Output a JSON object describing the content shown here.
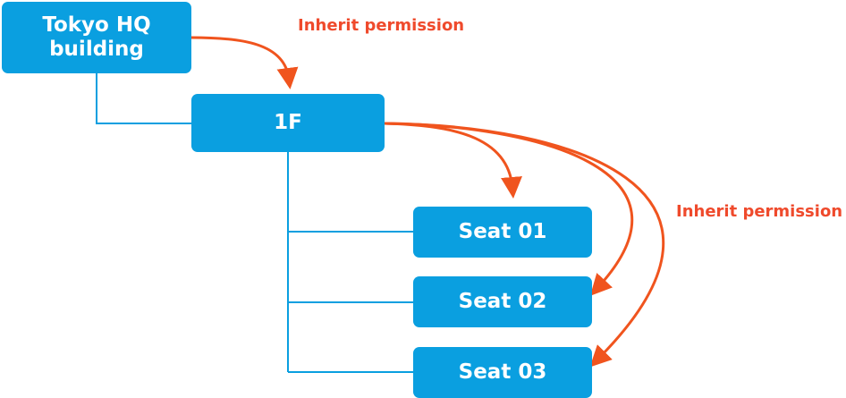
{
  "nodes": {
    "root": "Tokyo HQ\nbuilding",
    "floor": "1F",
    "seat1": "Seat 01",
    "seat2": "Seat 02",
    "seat3": "Seat 03"
  },
  "labels": {
    "inherit_top": "Inherit permission",
    "inherit_right": "Inherit permission"
  },
  "colors": {
    "node_fill": "#0a9fe0",
    "tree_line": "#0a9fe0",
    "arrow": "#f0541e",
    "label_text": "#ef4a2c"
  }
}
